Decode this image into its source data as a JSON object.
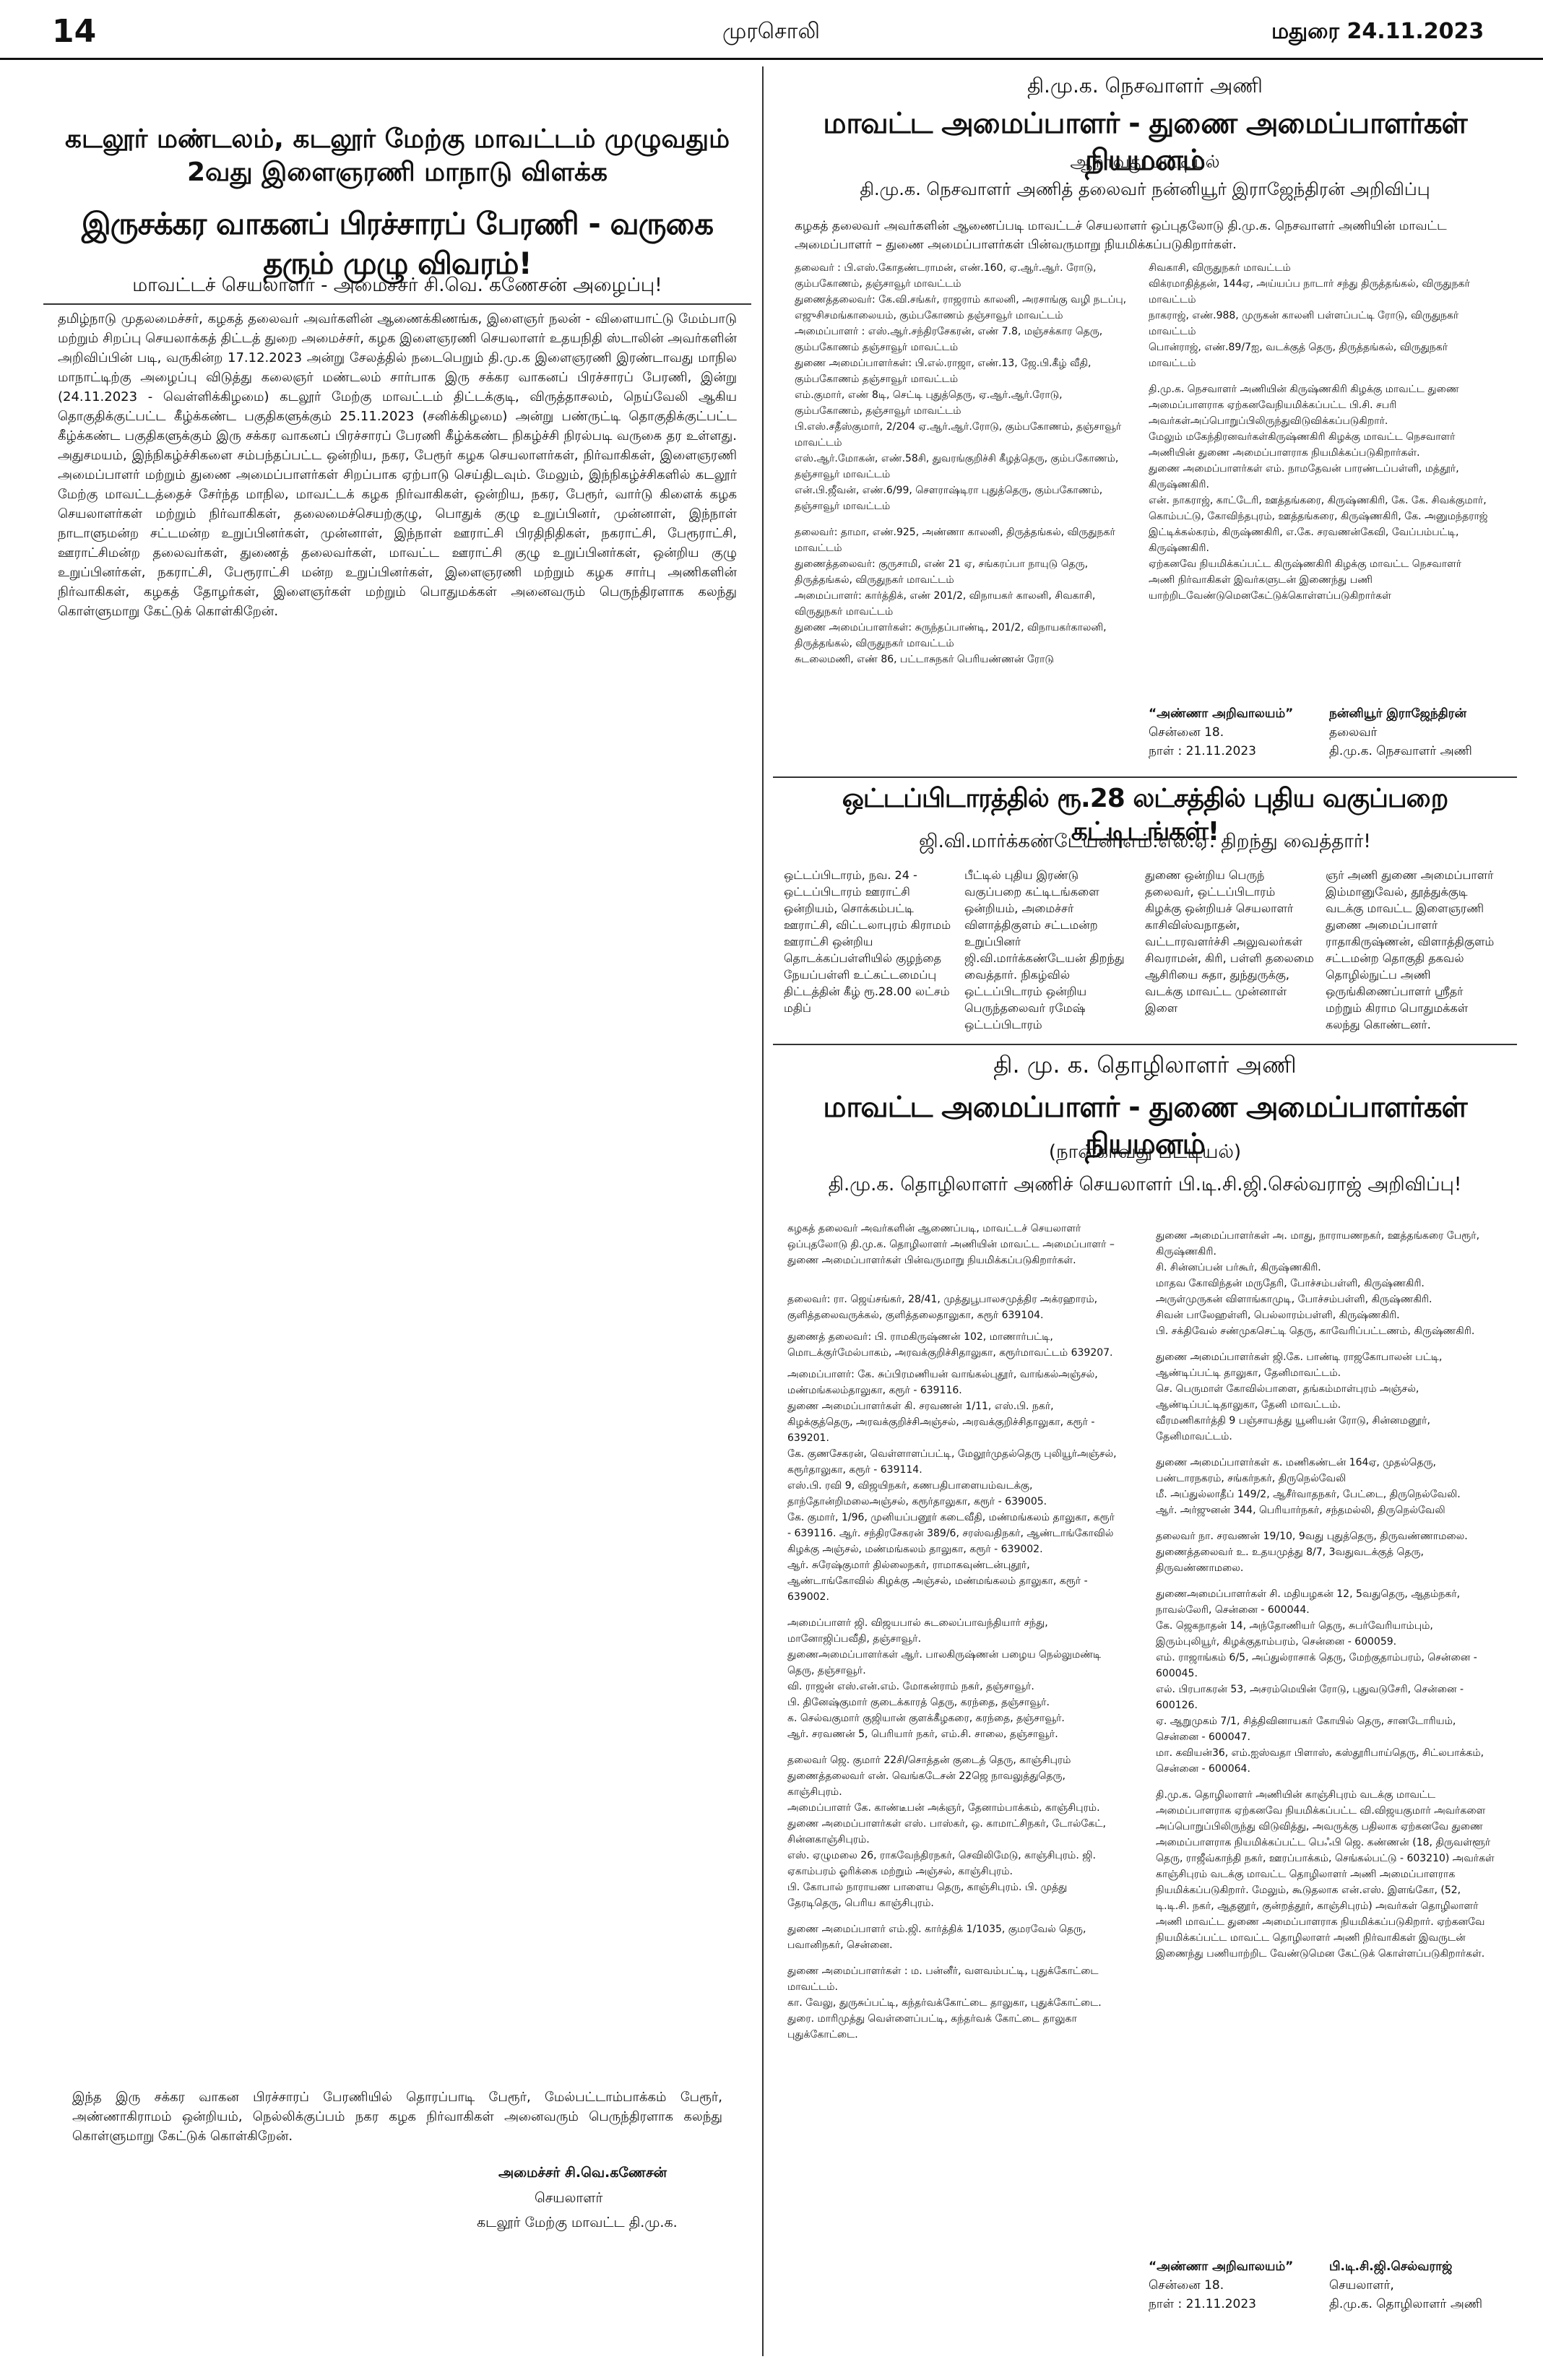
{
  "masthead": {
    "page_number": "14",
    "paper_name": "முரசொலி",
    "edition_date": "மதுரை  24.11.2023"
  },
  "left_article": {
    "kicker_1": "கடலூர் மண்டலம், கடலூர் மேற்கு மாவட்டம் முழுவதும்",
    "kicker_2": "2வது இளைஞரணி மாநாடு விளக்க",
    "headline": "இருசக்கர வாகனப் பிரச்சாரப் பேரணி - வருகை தரும் முழு விவரம்!",
    "subhead": "மாவட்டச் செயலாளர் - அமைச்சர் சி.வெ. கணேசன் அழைப்பு!",
    "body": "தமிழ்நாடு முதலமைச்சர், கழகத் தலைவர் அவர்களின் ஆணைக்கிணங்க, இளைஞர் நலன் - விளையாட்டு மேம்பாடு மற்றும் சிறப்பு செயலாக்கத் திட்டத் துறை அமைச்சர், கழக இளைஞரணி செயலாளர் உதயநிதி ஸ்டாலின் அவர்களின் அறிவிப்பின் படி, வருகின்ற 17.12.2023 அன்று சேலத்தில் நடைபெறும் தி.மு.க இளைஞரணி இரண்டாவது மாநில மாநாட்டிற்கு அழைப்பு விடுத்து கலைஞர் மண்டலம் சார்பாக இரு சக்கர வாகனப் பிரச்சாரப் பேரணி, இன்று (24.11.2023 - வெள்ளிக்கிழமை) கடலூர் மேற்கு மாவட்டம் திட்டக்குடி, விருத்தாசலம், நெய்வேலி ஆகிய தொகுதிக்குட்பட்ட கீழ்க்கண்ட பகுதிகளுக்கும் 25.11.2023 (சனிக்கிழமை) அன்று பண்ருட்டி தொகுதிக்குட்பட்ட கீழ்க்கண்ட பகுதிகளுக்கும் இரு சக்கர வாகனப் பிரச்சாரப் பேரணி கீழ்க்கண்ட நிகழ்ச்சி நிரல்படி வருகை தர உள்ளது. அதுசமயம், இந்நிகழ்ச்சிகளை சம்பந்தப்பட்ட ஒன்றிய, நகர, பேரூர் கழக செயலாளர்கள், நிர்வாகிகள், இளைஞரணி அமைப்பாளர் மற்றும் துணை அமைப்பாளர்கள் சிறப்பாக ஏற்பாடு செய்திடவும். மேலும், இந்நிகழ்ச்சிகளில் கடலூர் மேற்கு மாவட்டத்தைச் சேர்ந்த மாநில, மாவட்டக் கழக நிர்வாகிகள், ஒன்றிய, நகர, பேரூர், வார்டு கிளைக் கழக செயலாளர்கள் மற்றும் நிர்வாகிகள், தலைமைச்செயற்குழு, பொதுக் குழு உறுப்பினர், முன்னாள், இந்நாள் நாடாளுமன்ற சட்டமன்ற உறுப்பினர்கள், முன்னாள், இந்நாள் ஊராட்சி பிரதிநிதிகள், நகராட்சி, பேரூராட்சி, ஊராட்சிமன்ற தலைவர்கள், துணைத் தலைவர்கள், மாவட்ட ஊராட்சி குழு உறுப்பினர்கள், ஒன்றிய குழு உறுப்பினர்கள், நகராட்சி, பேரூராட்சி மன்ற உறுப்பினர்கள், இளைஞரணி மற்றும் கழக சார்பு அணிகளின் நிர்வாகிகள், கழகத் தோழர்கள், இளைஞர்கள் மற்றும் பொதுமக்கள் அனைவரும் பெருந்திரளாக கலந்து கொள்ளுமாறு கேட்டுக் கொள்கிறேன்.",
    "closing": "இந்த இரு சக்கர வாகன பிரச்சாரப் பேரணியில் தொரப்பாடி பேரூர், மேல்பட்டாம்பாக்கம் பேரூர், அண்ணாகிராமம் ஒன்றியம், நெல்லிக்குப்பம் நகர கழக நிர்வாகிகள் அனைவரும் பெருந்திரளாக கலந்து கொள்ளுமாறு கேட்டுக் கொள்கிறேன்.",
    "sig_name": "அமைச்சர் சி.வெ.கணேசன்",
    "sig_title": "செயலாளர்",
    "sig_org": "கடலூர் மேற்கு மாவட்ட தி.மு.க."
  },
  "right_top": {
    "kicker": "தி.மு.க. நெசவாளர் அணி",
    "headline": "மாவட்ட அமைப்பாளர் - துணை அமைப்பாளர்கள் நியமனம்",
    "list_no": "ஆறாவது பட்டியல்",
    "announcer": "தி.மு.க. நெசவாளர் அணித் தலைவர் நன்னியூர் இராஜேந்திரன் அறிவிப்பு",
    "intro": "கழகத் தலைவர் அவர்களின் ஆணைப்படி மாவட்டச் செயலாளர் ஒப்புதலோடு தி.மு.க. நெசவாளர் அணியின் மாவட்ட அமைப்பாளர் – துணை அமைப்பாளர்கள் பின்வருமாறு நியமிக்கப்படுகிறார்கள்.",
    "col_a": [
      "தலைவர் : பி.எஸ்.கோதண்டராமன், எண்.160, ஏ.ஆர்.ஆர். ரோடு, கும்பகோணம், தஞ்சாவூர் மாவட்டம்",
      "துணைத்தலைவர்: கே.வி.சங்கர், ராஜராம் காலனி, அரசாங்கு வழி நடப்பு, எஜுசிசமங்காலையம், கும்பகோணம் தஞ்சாவூர் மாவட்டம்",
      "அமைப்பாளர் : எஸ்.ஆர்.சந்திரசேகரன், எண் 7.8, மஞ்சக்கார தெரு, கும்பகோணம் தஞ்சாவூர் மாவட்டம்",
      "துணை அமைப்பாளர்கள்: பி.எல்.ராஜா, எண்.13, ஜே.பி.கீழ் வீதி, கும்பகோணம் தஞ்சாவூர் மாவட்டம்",
      "எம்.குமார், எண் 8டி, செட்டி புதுத்தெரு, ஏ.ஆர்.ஆர்.ரோடு, கும்பகோணம், தஞ்சாவூர் மாவட்டம்",
      "பி.எஸ்.சதீஸ்குமார், 2/204 ஏ.ஆர்.ஆர்.ரோடு, கும்பகோணம், தஞ்சாவூர் மாவட்டம்",
      "எஸ்.ஆர்.மோகன், எண்.58சி, துவரங்குறிச்சி கீழத்தெரு, கும்பகோணம், தஞ்சாவூர் மாவட்டம்",
      "என்.பி.ஜீவன், எண்.6/99, சௌராஷ்டிரா புதுத்தெரு, கும்பகோணம், தஞ்சாவூர் மாவட்டம்",
      "தலைவர்: தாமா, எண்.925, அண்ணா காலனி, திருத்தங்கல், விருதுநகர் மாவட்டம்",
      "துணைத்தலைவர்: குருசாமி, எண் 21 ஏ, சங்கரப்பா நாயுடு தெரு, திருத்தங்கல், விருதுநகர் மாவட்டம்",
      "அமைப்பாளர்: கார்த்திக், எண் 201/2, விநாயகர் காலனி, சிவகாசி, விருதுநகர் மாவட்டம்",
      "துணை அமைப்பாளர்கள்: சுருந்தப்பாண்டி, 201/2, விநாயகர்காலனி, திருத்தங்கல், விருதுநகர் மாவட்டம்",
      "சுடலைமணி, எண் 86, பட்டாசுநகர் பெரியண்ணன் ரோடு"
    ],
    "col_b": [
      "சிவகாசி, விருதுநகர் மாவட்டம்",
      "விக்ரமாதித்தன், 144ஏ, அய்யப்ப நாடார் சந்து திருத்தங்கல், விருதுநகர் மாவட்டம்",
      "நாகராஜ், எண்.988, முருகன் காலனி பள்ளப்பட்டி ரோடு, விருதுநகர் மாவட்டம்",
      "பொன்ராஜ், எண்.89/7ஐ, வடக்குத் தெரு, திருத்தங்கல், விருதுநகர் மாவட்டம்",
      "தி.மு.க. நெசவாளர் அணியின் கிருஷ்ணகிரி கிழக்கு மாவட்ட துணை அமைப்பாளராக ஏற்கனவேநியமிக்கப்பட்ட பி.சி. சபரி அவர்கள்அப்பொறுப்பிலிருந்துவிடுவிக்கப்படுகிறார்.",
      "மேலும் மகேந்திரனவர்கள்கிருஷ்ணகிரி கிழக்கு மாவட்ட நெசவாளர் அணியின் துணை அமைப்பாளராக நியமிக்கப்படுகிறார்கள்.",
      "துணை அமைப்பாளர்கள் எம். நாமதேவன் பாரண்டப்பள்ளி, மத்தூர், கிருஷ்ணகிரி.",
      "என். நாகராஜ், காட்டேரி, ஊத்தங்கரை, கிருஷ்ணகிரி, கே. கே. சிவக்குமார், கொம்பட்டு, கோவிந்தபுரம், ஊத்தங்கரை, கிருஷ்ணகிரி, கே. அனுமந்தராஜ் இட்டிக்கல்கரம், கிருஷ்ணகிரி, எ.கே. சரவணன்கேவி, வேப்பம்பட்டி, கிருஷ்ணகிரி.",
      "ஏற்கனவே நியமிக்கப்பட்ட கிருஷ்ணகிரி கிழக்கு மாவட்ட நெசவாளர் அணி நிர்வாகிகள் இவர்களுடன் இணைந்து பணி யாற்றிடவேண்டுமெனகேட்டுக்கொள்ளப்படுகிறார்கள்"
    ],
    "sig_left_1": "“அண்ணா அறிவாலயம்”",
    "sig_left_2": "சென்னை 18.",
    "sig_left_3": "நாள் : 21.11.2023",
    "sig_right_1": "நன்னியூர் இராஜேந்திரன்",
    "sig_right_2": "தலைவர்",
    "sig_right_3": "தி.மு.க. நெசவாளர் அணி"
  },
  "right_mid": {
    "headline": "ஒட்டப்பிடாரத்தில் ரூ.28 லட்சத்தில் புதிய வகுப்பறை கட்டிடங்கள்!",
    "subhead": "ஜி.வி.மார்க்கண்டேயன் எம்.எல்.ஏ. திறந்து வைத்தார்!",
    "col_a": "ஒட்டப்பிடாரம், நவ. 24 - ஒட்டப்பிடாரம் ஊராட்சி ஒன்றியம், சொக்கம்பட்டி ஊராட்சி, விட்டலாபுரம் கிராமம் ஊராட்சி ஒன்றிய தொடக்கப்பள்ளியில் குழந்தை நேயப்பள்ளி உட்கட்டமைப்பு திட்டத்தின் கீழ் ரூ.28.00 லட்சம் மதிப்",
    "col_b": "பீட்டில் புதிய இரண்டு வகுப்பறை கட்டிடங்களை ஒன்றியம், அமைச்சர் விளாத்திகுளம் சட்டமன்ற உறுப்பினர் ஜி.வி.மார்க்கண்டேயன் திறந்து வைத்தார். நிகழ்வில் ஒட்டப்பிடாரம் ஒன்றிய பெருந்தலைவர் ரமேஷ் ஒட்டப்பிடாரம்",
    "col_c": "துணை ஒன்றிய பெருந் தலைவர், ஒட்டப்பிடாரம் கிழக்கு ஒன்றியச் செயலாளர் காசிவிஸ்வநாதன், வட்டாரவளர்ச்சி அலுவலர்கள் சிவராமன், கிரி, பள்ளி தலைமை ஆசிரியை சுதா, துந்துருக்கு, வடக்கு மாவட்ட முன்னாள் இளை",
    "col_d": "ஞர் அணி துணை அமைப்பாளர் இம்மானுவேல், தூத்துக்குடி வடக்கு மாவட்ட இளைஞரணி துணை அமைப்பாளர் ராதாகிருஷ்ணன், விளாத்திகுளம் சட்டமன்ற தொகுதி தகவல் தொழில்நுட்ப அணி ஒருங்கிணைப்பாளர் ஸ்ரீதர் மற்றும் கிராம பொதுமக்கள் கலந்து கொண்டனர்."
  },
  "right_bottom": {
    "kicker": "தி. மு. க. தொழிலாளர் அணி",
    "headline": "மாவட்ட அமைப்பாளர் - துணை அமைப்பாளர்கள் நியமனம்",
    "list_no": "(நான்காவது பட்டியல்)",
    "announcer": "தி.மு.க. தொழிலாளர் அணிச் செயலாளர் பி.டி.சி.ஜி.செல்வராஜ் அறிவிப்பு!",
    "intro": "கழகத் தலைவர் அவர்களின் ஆணைப்படி, மாவட்டச் செயலாளர் ஒப்புதலோடு தி.மு.க. தொழிலாளர் அணியின் மாவட்ட அமைப்பாளர் – துணை அமைப்பாளர்கள் பின்வருமாறு நியமிக்கப்படுகிறார்கள்.",
    "col_a": [
      "தலைவர்: ரா. ஜெய்சங்கர், 28/41, முத்துபூபாலசமுத்திர அக்ரஹாரம், குளித்தலைவருக்கல், குளித்தலைதாலுகா, கரூர் 639104.",
      "துணைத் தலைவர்: பி. ராமகிருஷ்ணன் 102, மாணார்பட்டி, மொடக்குர்மேல்பாகம், அரவக்குறிச்சிதாலுகா, கரூர்மாவட்டம் 639207.",
      "அமைப்பாளர்: கே. சுப்பிரமணியன் வாங்கல்புதூர், வாங்கல்அஞ்சல், மண்மங்கலம்தாலுகா, கரூர் - 639116.",
      "துணை அமைப்பாளர்கள் கி. சரவணன் 1/11, எஸ்.பி. நகர், கிழக்குத்தெரு, அரவக்குறிச்சிஅஞ்சல், அரவக்குறிச்சிதாலுகா, கரூர் - 639201.",
      "கே. குணசேகரன், வெள்ளாளப்பட்டி, மேலூர்முதல்தெரு புலியூர்அஞ்சல், கரூர்தாலுகா, கரூர் - 639114.",
      "எஸ்.பி. ரவி 9, விஜயிநகர், கணபதிபாளையம்வடக்கு, தாந்தோன்றிமலைஅஞ்சல், கரூர்தாலுகா, கரூர் - 639005.",
      "கே. குமார், 1/96, முனியப்பனூர் கடைவீதி, மண்மங்கலம் தாலுகா, கரூர் - 639116. ஆர். சந்திரசேகரன் 389/6, சரஸ்வதிநகர், ஆண்டாங்கோவில் கிழக்கு அஞ்சல், மண்மங்கலம் தாலுகா, கரூர் - 639002.",
      "ஆர். சுரேஷ்குமார் தில்லைநகர், ராமாகவுண்டன்புதூர், ஆண்டாங்கோவில் கிழக்கு அஞ்சல், மண்மங்கலம் தாலுகா, கரூர் - 639002.",
      "அமைப்பாளர் ஜி. விஜயபால் சுடலைப்பாவந்தியார் சந்து, மானோஜிப்பவீதி, தஞ்சாவூர்.",
      "துணைஅமைப்பாளர்கள் ஆர். பாலகிருஷ்ணன் பழைய நெல்லுமண்டி தெரு, தஞ்சாவூர்.",
      "வி. ராஜன் எஸ்.என்.எம். மோகன்ராம் நகர், தஞ்சாவூர்.",
      "பி. தினேஷ்குமார் குடைக்காரத் தெரு, கரந்தை, தஞ்சாவூர்.",
      "க. செல்வகுமார் குஜியான் குளக்கீழகரை, கரந்தை, தஞ்சாவூர்.",
      "ஆர். சரவணன் 5, பெரியார் நகர், எம்.சி. சாலை, தஞ்சாவூர்.",
      "தலைவர் ஜெ. குமார் 22சி/சொத்தன் குடைத் தெரு, காஞ்சிபுரம்",
      "துணைத்தலைவர் என். வெங்கடேசன் 22ஜெ நாவலுத்துதெரு, காஞ்சிபுரம்.",
      "அமைப்பாளர் கே. காண்டீபன் அக்ஞர், தேனாம்பாக்கம், காஞ்சிபுரம்.",
      "துணை அமைப்பாளர்கள் எஸ். பாஸ்கர், ஒ. காமாட்சிநகர், டோல்கேட், சின்னகாஞ்சிபுரம்.",
      "எஸ். ஏழுமலை 26, ராகவேந்திரநகர், செவிலிமேடு, காஞ்சிபுரம். ஜி. ஏகாம்பரம் ஓரிக்கை மற்றும் அஞ்சல், காஞ்சிபுரம்.",
      "பி. கோபால் நாராயண பாளைய தெரு, காஞ்சிபுரம். பி. முத்து தேரடிதெரு, பெரிய காஞ்சிபுரம்.",
      "துணை அமைப்பாளர் எம்.ஜி. கார்த்திக் 1/1035, குமரவேல் தெரு, பவானிநகர், சென்னை.",
      "துணை அமைப்பாளர்கள் : ம. பன்னீர், வளவம்பட்டி, புதுக்கோட்டை மாவட்டம்.",
      "கா. வேலு, துருசுப்பட்டி, கந்தர்வக்கோட்டை தாலுகா, புதுக்கோட்டை.",
      "துரை. மாரிமுத்து வெள்ளைப்பட்டி, கந்தர்வக் கோட்டை தாலுகா புதுக்கோட்டை."
    ],
    "col_b": [
      "துணை அமைப்பாளர்கள் அ. மாது, நாராயணநகர், ஊத்தங்கரை பேரூர், கிருஷ்ணகிரி.",
      "சி. சின்னப்பன் பர்கூர், கிருஷ்ணகிரி.",
      "மாதவ கோவிந்தன் மருதேரி, போச்சம்பள்ளி, கிருஷ்ணகிரி.",
      "அருள்முருகன் விளாங்காமுடி, போச்சம்பள்ளி, கிருஷ்ணகிரி.",
      "சிவன் பாலேஹள்ளி, பெல்லாரம்பள்ளி, கிருஷ்ணகிரி.",
      "பி. சக்திவேல் சண்முகசெட்டி தெரு, காவேரிப்பட்டணம், கிருஷ்ணகிரி.",
      "துணை அமைப்பாளர்கள் ஜி.கே. பாண்டி ராஜகோபாலன் பட்டி, ஆண்டிப்பட்டி தாலுகா, தேனிமாவட்டம்.",
      "செ. பெருமாள் கோவில்பாளை, தங்கம்மாள்புரம் அஞ்சல், ஆண்டிப்பட்டிதாலுகா, தேனி மாவட்டம்.",
      "வீரமணிகார்த்தி 9 பஞ்சாயத்து யூனியன் ரோடு, சின்னமனூர், தேனிமாவட்டம்.",
      "துணை அமைப்பாளர்கள் க. மணிகண்டன் 164ஏ, முதல்தெரு, பண்டாரநகரம், சங்கர்நகர், திருநெல்வேலி",
      "மீ. அப்துல்லாதீப் 149/2, ஆசீர்வாதநகர், பேட்டை, திருநெல்வேலி.",
      "ஆர். அர்ஜுனன் 344, பெரியார்நகர், சந்தமல்லி, திருநெல்வேலி",
      "தலைவர் நா. சரவணன் 19/10, 9வது புதுத்தெரு, திருவண்ணாமலை. துணைத்தலைவர் உ. உதயமுத்து 8/7, 3வதுவடக்குத் தெரு, திருவண்ணாமலை.",
      "துணைஅமைப்பாளர்கள் சி. மதியழகன் 12, 5வதுதெரு, ஆதம்நகர், நாவல்லேரி, சென்னை - 600044.",
      "கே. ஜெகநாதன் 14, அந்தோணியர் தெரு, சுபர்வேரியாம்பும், இரும்புலியூர், கிழக்குதாம்பரம், சென்னை - 600059.",
      "எம். ராஜாங்கம் 6/5, அப்துல்ராசாக் தெரு, மேற்குதாம்பரம், சென்னை - 600045.",
      "எல். பிரபாகரன் 53, அசரம்மெயின் ரோடு, புதுவடுசேரி, சென்னை - 600126.",
      "ஏ. ஆறுமுகம் 7/1, சித்திவினாயகர் கோயில் தெரு, சானடோரியம், சென்னை - 600047.",
      "மா. கவியன்36, எம்.ஐஸ்வதா பிளாஸ், கஸ்தூரிபாய்தெரு, சிட்லபாக்கம், சென்னை - 600064.",
      "தி.மு.க. தொழிலாளர் அணியின் காஞ்சிபுரம் வடக்கு மாவட்ட அமைப்பாளராக ஏற்கனவே நியமிக்கப்பட்ட வி.விஜயகுமார் அவர்களை அப்பொறுப்பிலிருந்து விடுவித்து, அவருக்கு பதிலாக ஏற்கனவே துணை அமைப்பாளராக நியமிக்கப்பட்ட பெஃபி ஜெ. கண்ணன் (18, திருவள்ளூர் தெரு, ராஜீவ்காந்தி நகர், ஊரப்பாக்கம், செங்கல்பட்டு - 603210) அவர்கள் காஞ்சிபுரம் வடக்கு மாவட்ட தொழிலாளர் அணி அமைப்பாளராக நியமிக்கப்படுகிறார். மேலும், கூடுதலாக என்.எஸ். இளங்கோ, (52, டி.டி.சி. நகர், ஆதனூர், குன்றத்தூர், காஞ்சிபுரம்) அவர்கள் தொழிலாளர் அணி மாவட்ட துணை அமைப்பாளராக நியமிக்கப்படுகிறார். ஏற்கனவே நியமிக்கப்பட்ட மாவட்ட தொழிலாளர் அணி நிர்வாகிகள் இவருடன் இணைந்து பணியாற்றிட வேண்டுமென கேட்டுக் கொள்ளப்படுகிறார்கள்."
    ],
    "sig_left_1": "“அண்ணா அறிவாலயம்”",
    "sig_left_2": "சென்னை 18.",
    "sig_left_3": "நாள் : 21.11.2023",
    "sig_right_1": "பி.டி.சி.ஜி.செல்வராஜ்",
    "sig_right_2": "செயலாளர்,",
    "sig_right_3": "தி.மு.க. தொழிலாளர் அணி"
  }
}
